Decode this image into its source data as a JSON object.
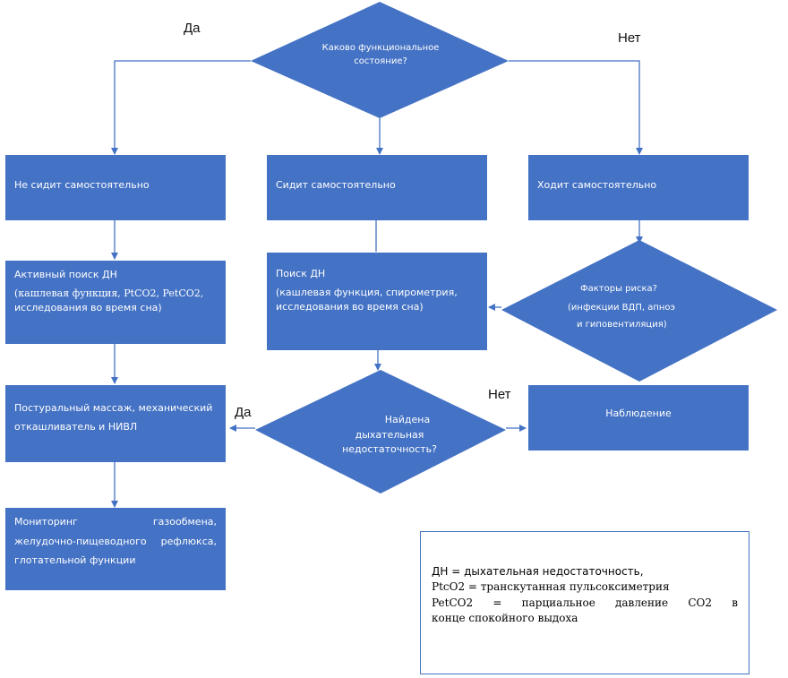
{
  "decision_top": {
    "line1": "Каково функциональное",
    "line2": "состояние?"
  },
  "labels": {
    "yes_top": "Да",
    "no_top": "Нет",
    "yes_mid": "Да",
    "no_mid": "Нет"
  },
  "boxes": {
    "not_sitting": "Не сидит самостоятельно",
    "sitting": "Сидит самостоятельно",
    "walking": "Ходит самостоятельно",
    "active_search": {
      "line1": "Активный поиск ДН",
      "line2": "(кашлевая функция, PtCO2, PetCO2,",
      "line3": "исследования во время сна)"
    },
    "search": {
      "line1": "Поиск ДН",
      "line2": "(кашлевая функция, спирометрия,",
      "line3": "исследования во время сна)"
    },
    "postural": {
      "line1": "Постуральный массаж, механический",
      "line2": "откашливатель и НИВЛ"
    },
    "observation": "Наблюдение",
    "monitoring": {
      "line1": "Мониторинг газообмена,",
      "line2": "желудочно-пищеводного рефлюкса,",
      "line3": "глотательной функции"
    }
  },
  "decision_risk": {
    "line1": "Факторы риска?",
    "line2": "(инфекции ВДП, апноэ",
    "line3": "и гиповентиляция)"
  },
  "decision_found": {
    "line1": "Найдена",
    "line2": "дыхательная",
    "line3": "недостаточность?"
  },
  "legend": {
    "line1": "ДН = дыхательная недостаточность,",
    "line2": "PtcO2 = транскутанная пульсоксиметрия",
    "line3": "PetCO2 = парциальное давление CO2 в",
    "line4": "конце спокойного выдоха"
  },
  "colors": {
    "fill": "#4472c4",
    "line": "#4472c4"
  }
}
